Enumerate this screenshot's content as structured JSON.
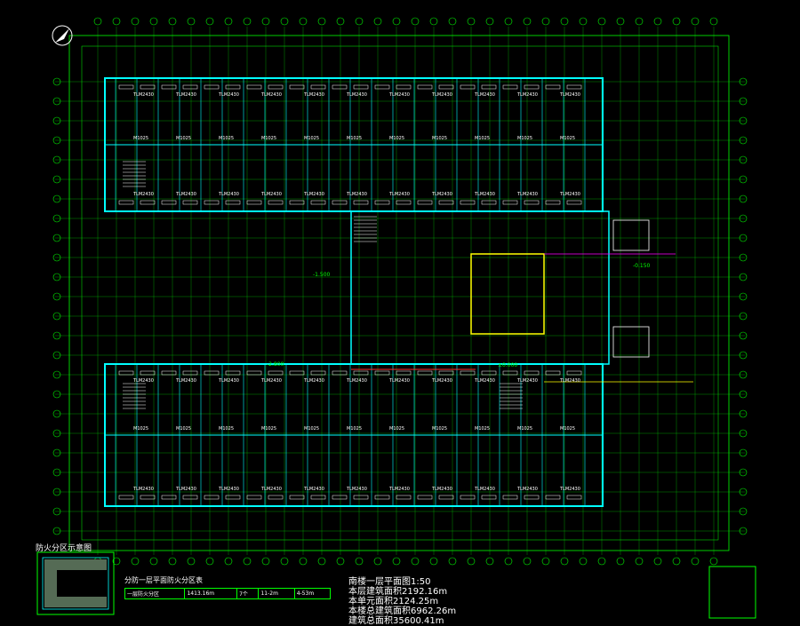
{
  "drawing": {
    "title_lines": [
      "南楼一层平面图1:50",
      "本层建筑面积2192.16m",
      "本单元面积2124.25m",
      "本楼总建筑面积6962.26m",
      "建筑总面积35600.41m"
    ],
    "fire_zone_title": "防火分区示意图",
    "fire_table_title": "分防一层平面防火分区表",
    "fire_table_row": [
      "一层防火分区",
      "1413.16m",
      "7个",
      "11-2m",
      "4-53m"
    ],
    "window_tag": "TLM2430",
    "door_tag": "M1025",
    "elevation_labels": [
      "-1.500",
      "-0.150",
      "±0.000",
      "-2.800"
    ],
    "colors": {
      "background": "#000000",
      "axis": "#00ff00",
      "walls": "#00ffff",
      "windows": "#ffffff",
      "highlight": "#ffff00",
      "accent": "#ff00ff",
      "red": "#ff3030"
    },
    "icons": [
      "north-arrow-icon"
    ]
  }
}
